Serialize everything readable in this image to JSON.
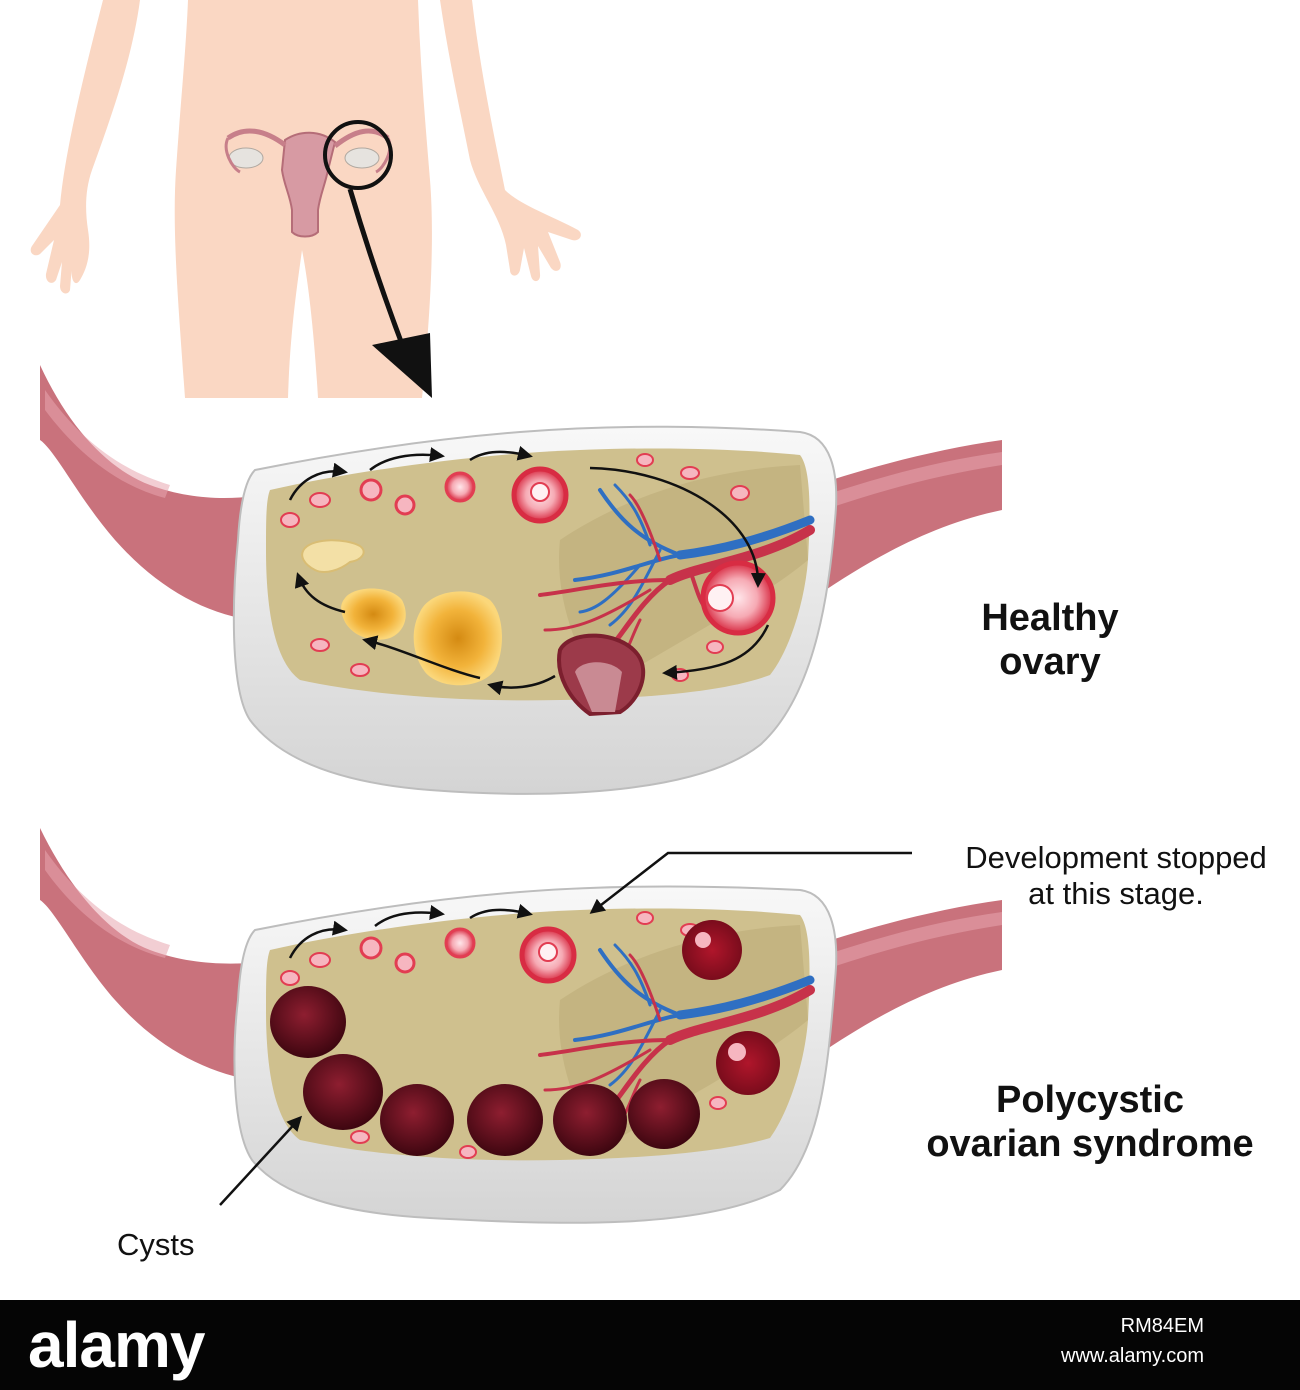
{
  "labels": {
    "healthy_line1": "Healthy",
    "healthy_line2": "ovary",
    "pcos_line1": "Polycystic",
    "pcos_line2": "ovarian syndrome",
    "development_line1": "Development stopped",
    "development_line2": "at this stage.",
    "cysts": "Cysts"
  },
  "footer": {
    "logo": "alamy",
    "image_id": "RM84EM",
    "site": "www.alamy.com"
  },
  "colors": {
    "skin": "#fad7c3",
    "tube": "#c9727c",
    "capsule": "#eeeeee",
    "stroma": "#cfc08e",
    "follicle": "#e23d52",
    "cyst": "#6b0d1e",
    "vein": "#2f6fc2",
    "artery": "#c7324a",
    "corpus": "#f0b534"
  }
}
